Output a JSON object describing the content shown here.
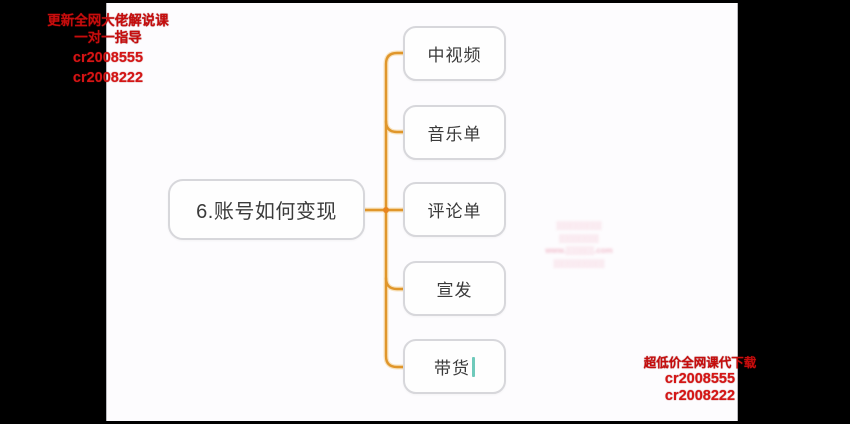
{
  "scene": {
    "description": "letterboxed video frame of a mind-mapping app",
    "background_color": "#fdfcfe",
    "letterbox_color": "#000000"
  },
  "mindmap": {
    "root": {
      "label": "6.账号如何变现"
    },
    "children": [
      {
        "label": "中视频",
        "has_cursor": false
      },
      {
        "label": "音乐单",
        "has_cursor": false
      },
      {
        "label": "评论单",
        "has_cursor": false
      },
      {
        "label": "宣发",
        "has_cursor": false
      },
      {
        "label": "带货",
        "has_cursor": true
      }
    ],
    "colors": {
      "branch_line": "#e0962b",
      "branch_glow": "#f3c577",
      "node_border": "#d7d7db",
      "node_text": "#3a3a3a",
      "edit_cursor": "#6fcabb"
    }
  },
  "watermarks": {
    "top_left": {
      "line1": "更新全网大佬解说课",
      "line2": "一对一指导",
      "line3": "cr2008555",
      "line4": "cr2008222",
      "color": "#c60d0d"
    },
    "bottom_right": {
      "line1": "超低价全网课代下载",
      "line2": "cr2008555",
      "line3": "cr2008222",
      "color": "#c60d0d"
    },
    "center_pink": {
      "note": "blurred illegible pink watermark, 4 lines, middle line resembles a www…com address",
      "line1": "▒▒▒▒▒▒▒▒",
      "line2": "▒▒▒▒▒▒▒",
      "line3": "www.▒▒▒▒▒.com",
      "line4": "▒▒▒▒▒▒▒▒▒",
      "color": "#f0b9c9"
    }
  }
}
